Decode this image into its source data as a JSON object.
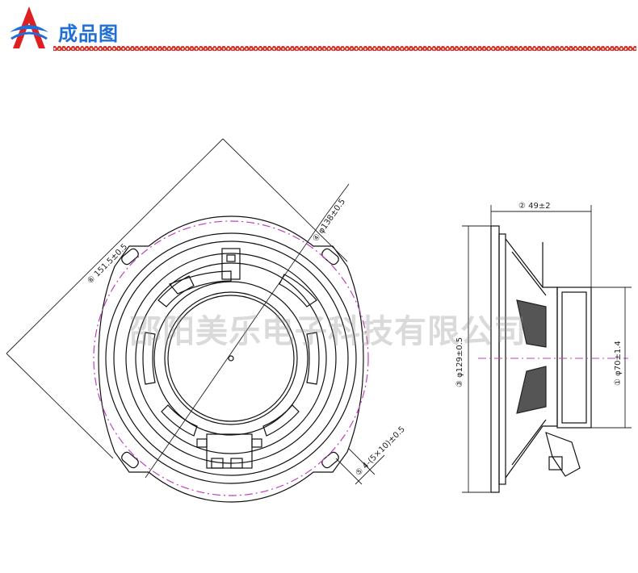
{
  "header": {
    "title": "成品图"
  },
  "watermark": {
    "text": "邵阳美乐电子科技有限公司"
  },
  "front_view": {
    "dim_mount_diagonal": "⑥ 151.5±0.5",
    "dim_mount_circle": "④ φ138±0.5",
    "dim_slot": "⑤ 4-(5×10)±0.5"
  },
  "side_view": {
    "dim_depth": "② 49±2",
    "dim_outer_diameter": "③ φ129±0.5",
    "dim_magnet": "① φ70±1.4"
  },
  "colors": {
    "title_blue": "#1f6fd6",
    "rule_red": "#d8342a",
    "mount_circle_magenta": "#c040c0",
    "logo_red": "#e02020",
    "logo_blue": "#1f6fd6"
  }
}
